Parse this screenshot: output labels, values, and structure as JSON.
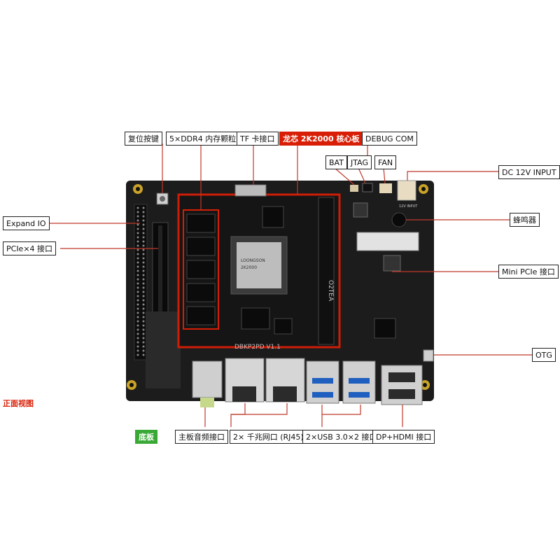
{
  "labels": {
    "reset_key": "复位按键",
    "ddr4": "5×DDR4 内存颗粒",
    "tf_slot": "TF 卡接口",
    "core_board": "龙芯 2K2000 核心板",
    "debug_com": "DEBUG COM",
    "bat": "BAT",
    "jtag": "JTAG",
    "fan": "FAN",
    "dc_input": "DC 12V INPUT",
    "expand_io": "Expand IO",
    "pcie_x4": "PCIe×4 接口",
    "buzzer": "蜂鸣器",
    "mini_pcie": "Mini PCIe 接口",
    "otg": "OTG",
    "baseboard": "底板",
    "audio": "主板音频接口",
    "rj45": "2× 千兆网口 (RJ45)",
    "usb": "2×USB 3.0×2 接口",
    "dp_hdmi": "DP+HDMI 接口"
  },
  "caption": "正面视图",
  "board_text": {
    "core_silk": "O2TEA",
    "base_silk": "DBKP2PD V1.1",
    "chip_line1": "LOONGSON",
    "chip_line2": "2K2000",
    "dc_silk": "12V INPUT"
  },
  "colors": {
    "core_highlight": "#d81e06",
    "baseboard_tag": "#39a935",
    "pcb": "#202020",
    "leader": "#c0392b"
  }
}
